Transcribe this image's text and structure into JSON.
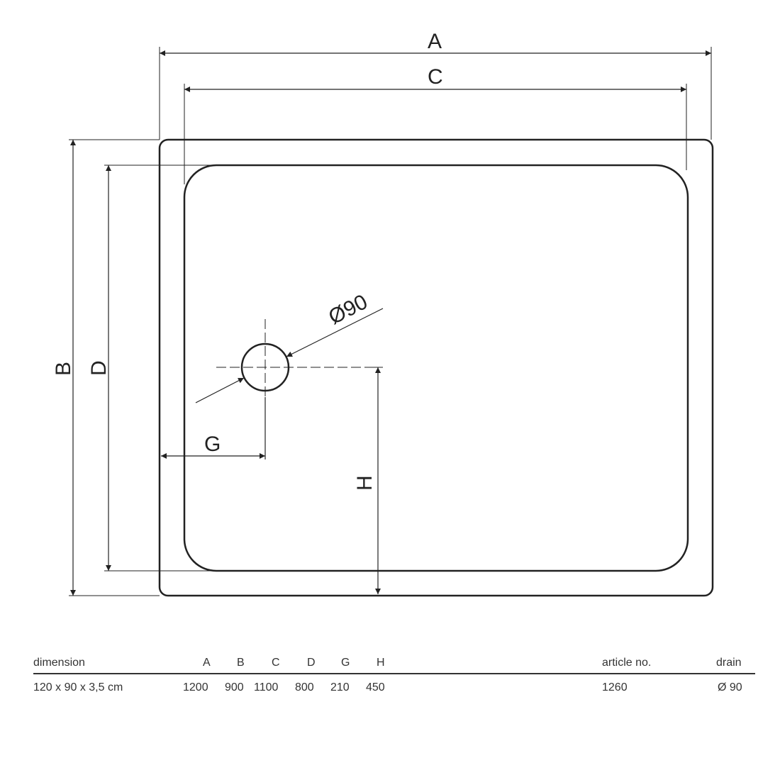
{
  "drawing": {
    "labels": {
      "A": "A",
      "B": "B",
      "C": "C",
      "D": "D",
      "G": "G",
      "H": "H",
      "diameter": "Ø90"
    }
  },
  "table": {
    "headers": {
      "dimension": "dimension",
      "A": "A",
      "B": "B",
      "C": "C",
      "D": "D",
      "G": "G",
      "H": "H",
      "article": "article no.",
      "drain": "drain"
    },
    "row": {
      "dimension": "120 x 90 x 3,5 cm",
      "A": "1200",
      "B": "900",
      "C": "1100",
      "D": "800",
      "G": "210",
      "H": "450",
      "article": "1260",
      "drain": "Ø 90"
    }
  }
}
